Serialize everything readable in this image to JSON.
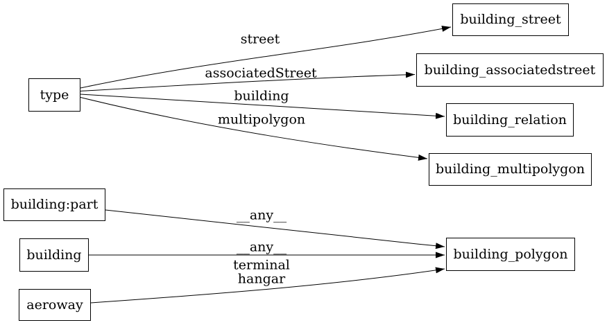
{
  "diagram": {
    "kind": "directed-graph",
    "colors": {
      "background": "#ffffff",
      "stroke": "#000000",
      "text": "#000000",
      "node_fill": "#ffffff"
    },
    "nodes": {
      "type": {
        "label": "type"
      },
      "building_part": {
        "label": "building:part"
      },
      "building": {
        "label": "building"
      },
      "aeroway": {
        "label": "aeroway"
      },
      "building_street": {
        "label": "building_street"
      },
      "building_associatedstreet": {
        "label": "building_associatedstreet"
      },
      "building_relation": {
        "label": "building_relation"
      },
      "building_multipolygon": {
        "label": "building_multipolygon"
      },
      "building_polygon": {
        "label": "building_polygon"
      }
    },
    "edges": [
      {
        "from": "type",
        "to": "building_street",
        "label": "street"
      },
      {
        "from": "type",
        "to": "building_associatedstreet",
        "label": "associatedStreet"
      },
      {
        "from": "type",
        "to": "building_relation",
        "label": "building"
      },
      {
        "from": "type",
        "to": "building_multipolygon",
        "label": "multipolygon"
      },
      {
        "from": "building:part",
        "to": "building_polygon",
        "label": "__any__"
      },
      {
        "from": "building",
        "to": "building_polygon",
        "label": "__any__"
      },
      {
        "from": "aeroway",
        "to": "building_polygon",
        "label": "terminal hangar",
        "label_lines": [
          "terminal",
          "hangar"
        ]
      }
    ]
  }
}
